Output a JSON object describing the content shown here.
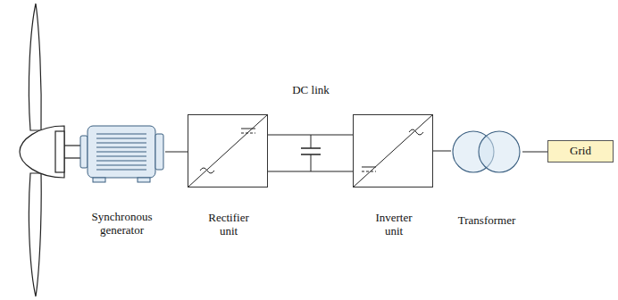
{
  "diagram": {
    "nodes": [
      {
        "text": [
          "Synchronous generator"
        ]
      },
      {
        "text": [
          "Rectifier unit"
        ]
      },
      {
        "text": [
          "Inverter unit"
        ]
      },
      {
        "text": [
          "Transformer"
        ]
      },
      {
        "text": [
          "Grid"
        ]
      }
    ],
    "edges": [
      {
        "from": 0,
        "to": 1,
        "arrow": "none"
      },
      {
        "from": 1,
        "to": 2,
        "arrow": "none"
      },
      {
        "from": 2,
        "to": 3,
        "arrow": "none"
      },
      {
        "from": 3,
        "to": 4,
        "arrow": "none"
      }
    ],
    "labels": [
      "DC link"
    ]
  }
}
